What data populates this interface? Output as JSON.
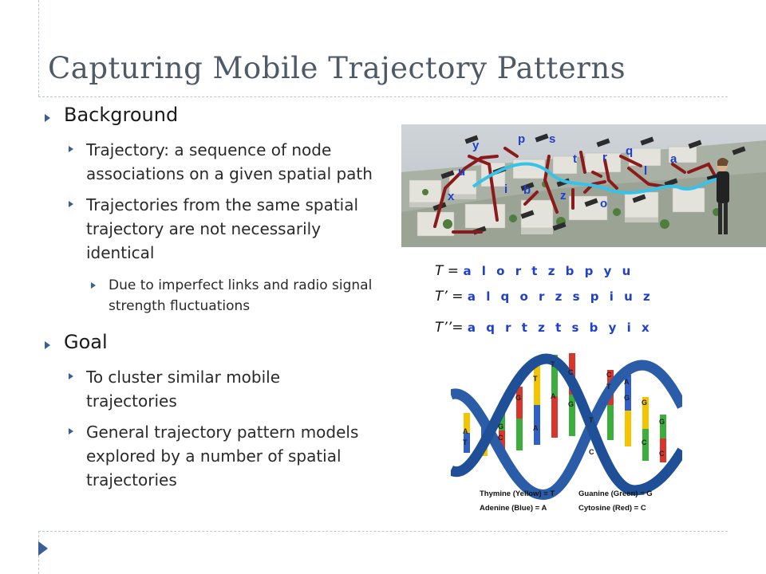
{
  "slide": {
    "title": "Capturing Mobile Trajectory Patterns"
  },
  "bullets": {
    "background": {
      "heading": "Background",
      "items": [
        "Trajectory: a sequence of node associations on a given spatial path",
        "Trajectories from the same spatial trajectory are not necessarily identical"
      ],
      "sub_item": "Due to imperfect links and radio signal strength fluctuations"
    },
    "goal": {
      "heading": "Goal",
      "items": [
        "To cluster similar mobile trajectories",
        "General trajectory pattern models explored by a number of spatial trajectories"
      ]
    }
  },
  "trajectory_figure": {
    "node_labels": [
      "y",
      "p",
      "s",
      "t",
      "r",
      "q",
      "a",
      "u",
      "l",
      "x",
      "i",
      "b",
      "z",
      "o"
    ]
  },
  "sequences": [
    {
      "label": "T  =",
      "value": "a l o r t z b p y u"
    },
    {
      "label": "T’ =",
      "value": "a l q o r z s p i u z"
    },
    {
      "label": "T’’=",
      "value": "a q r t z t s b y i x"
    }
  ],
  "dna_figure": {
    "base_letters": [
      "A",
      "T",
      "G",
      "C",
      "G",
      "T",
      "A",
      "T",
      "A",
      "C",
      "G",
      "C",
      "T",
      "A",
      "G",
      "G",
      "C",
      "G",
      "C",
      "T",
      "C"
    ],
    "legend": [
      "Thymine (Yellow) = T",
      "Guanine (Green) = G",
      "Adenine (Blue) = A",
      "Cytosine (Red) = C"
    ]
  },
  "colors": {
    "title": "#4f5a69",
    "bullet_marker": "#3a5f94",
    "node_label": "#1f3fd0",
    "trajectory_path": "#35c3ea",
    "thymine": "#f2c500",
    "guanine": "#3cae3c",
    "adenine": "#2f5fc8",
    "cytosine": "#d8362b"
  }
}
